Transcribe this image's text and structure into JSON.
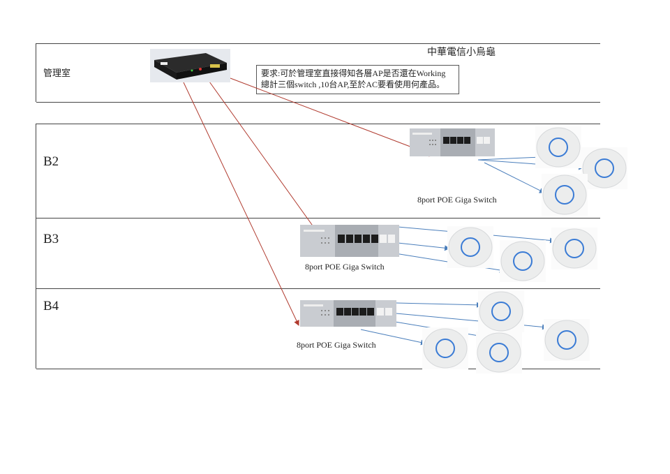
{
  "header": {
    "title": "中華電信小烏龜",
    "room": "管理室",
    "note_line1": "要求:可於管理室直接得知各層AP是否還在Working",
    "note_line2": "總計三個switch ,10台AP,至於AC要看使用何產品。"
  },
  "floors": [
    {
      "label": "B2",
      "switch_caption": "8port POE Giga Switch",
      "ap_count": 3
    },
    {
      "label": "B3",
      "switch_caption": "8port POE Giga Switch",
      "ap_count": 3
    },
    {
      "label": "B4",
      "switch_caption": "8port POE Giga Switch",
      "ap_count": 4
    }
  ],
  "colors": {
    "uplink": "#b03a2e",
    "downlink": "#4a7ebb",
    "ap_ring": "#3a7bd5",
    "lines": "#444444"
  },
  "icons": {
    "modem": "router-icon",
    "switch": "network-switch-icon",
    "ap": "access-point-icon"
  }
}
